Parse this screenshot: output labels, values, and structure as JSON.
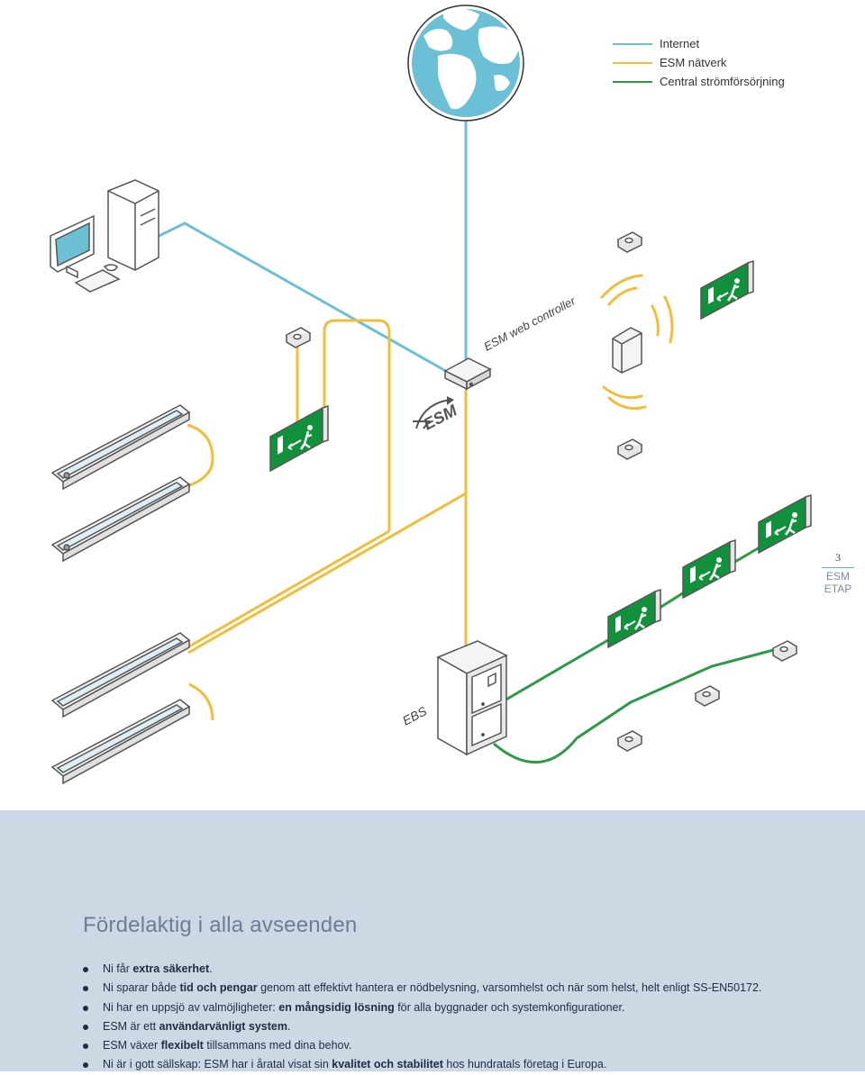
{
  "legend": [
    {
      "label": "Internet",
      "color": "#6cc0d6"
    },
    {
      "label": "ESM nätverk",
      "color": "#f0bd3c"
    },
    {
      "label": "Central strömförsörjning",
      "color": "#2e9a48"
    }
  ],
  "diagram": {
    "controller_label": "ESM web controller",
    "logo_text": "ESM",
    "ebs_label": "EBS",
    "exit_sign_color": "#12913c"
  },
  "page": {
    "number": "3",
    "section_lines": [
      "ESM",
      "ETAP"
    ]
  },
  "panel": {
    "title": "Fördelaktig i alla avseenden",
    "benefits": [
      [
        {
          "t": "Ni får "
        },
        {
          "t": "extra säkerhet",
          "b": true
        },
        {
          "t": "."
        }
      ],
      [
        {
          "t": "Ni sparar både "
        },
        {
          "t": "tid och pengar",
          "b": true
        },
        {
          "t": " genom att effektivt hantera er nödbelysning, varsomhelst och när som helst, helt enligt SS-EN50172."
        }
      ],
      [
        {
          "t": "Ni har en uppsjö av valmöjligheter: "
        },
        {
          "t": "en mångsidig lösning",
          "b": true
        },
        {
          "t": " för alla byggnader och systemkonfigurationer."
        }
      ],
      [
        {
          "t": "ESM är ett "
        },
        {
          "t": "användarvänligt system",
          "b": true
        },
        {
          "t": "."
        }
      ],
      [
        {
          "t": "ESM växer "
        },
        {
          "t": "flexibelt",
          "b": true
        },
        {
          "t": " tillsammans med dina behov."
        }
      ],
      [
        {
          "t": "Ni är i gott sällskap: ESM har i åratal visat sin "
        },
        {
          "t": "kvalitet och stabilitet",
          "b": true
        },
        {
          "t": " hos hundratals företag i Europa."
        }
      ]
    ]
  }
}
